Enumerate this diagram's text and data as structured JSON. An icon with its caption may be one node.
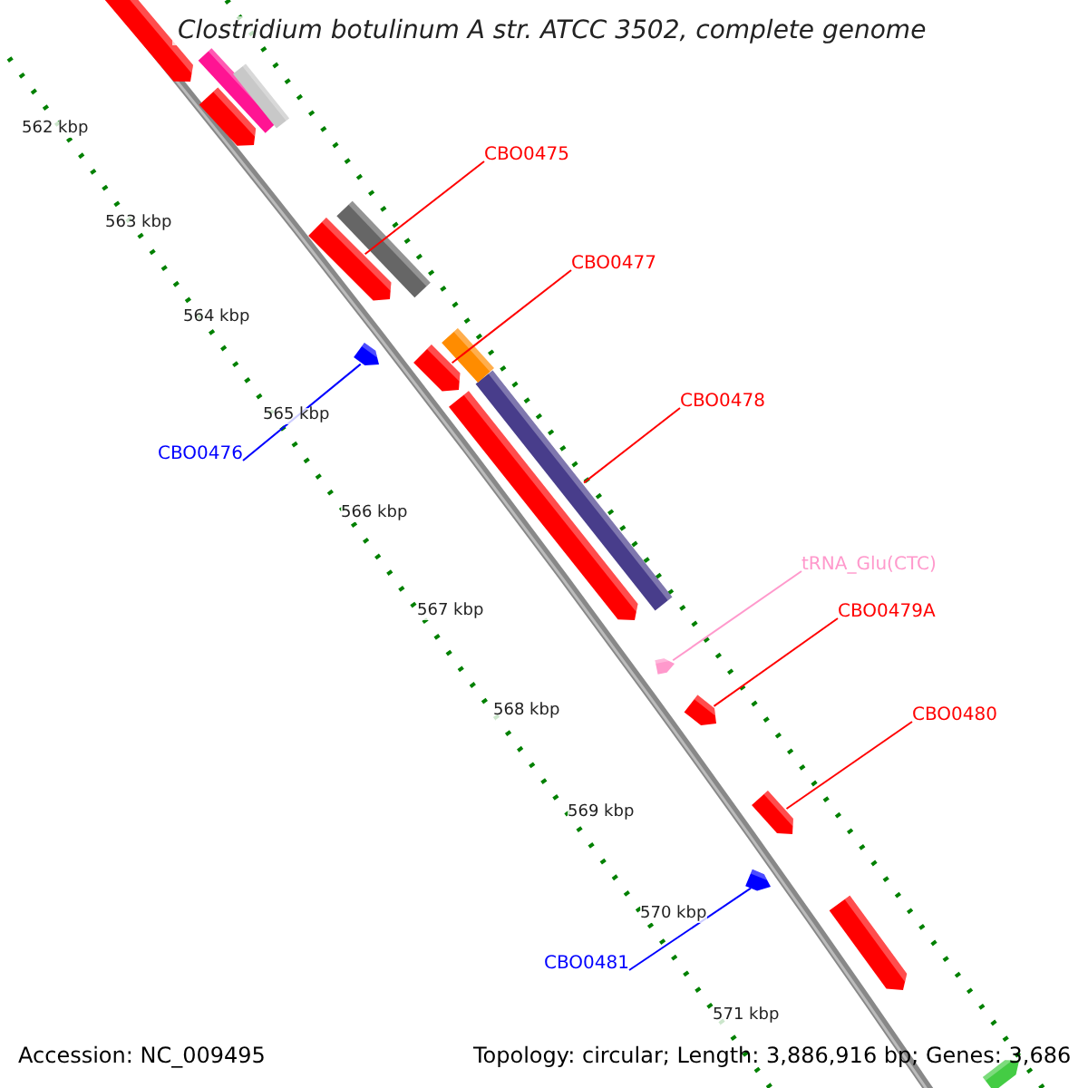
{
  "diagram": {
    "title": "Clostridium botulinum A str. ATCC 3502, complete genome",
    "nodes": [
      {
        "text": [
          "CBO0475"
        ]
      },
      {
        "text": [],
        "shape": "arrow"
      },
      {
        "text": [
          "CBO0477"
        ]
      },
      {
        "text": [],
        "shape": "arrow"
      },
      {
        "text": [
          "CBO0478"
        ]
      },
      {
        "text": [],
        "shape": "bar"
      },
      {
        "text": [
          "CBO0476"
        ]
      },
      {
        "text": [],
        "shape": "arrow"
      },
      {
        "text": [
          "tRNA_Glu(CTC)"
        ]
      },
      {
        "text": [],
        "shape": "arrow"
      },
      {
        "text": [
          "CBO0479A"
        ]
      },
      {
        "text": [],
        "shape": "arrow"
      },
      {
        "text": [
          "CBO0480"
        ]
      },
      {
        "text": [],
        "shape": "arrow"
      },
      {
        "text": [
          "CBO0481"
        ]
      },
      {
        "text": [],
        "shape": "arrow"
      },
      {
        "text": [],
        "shape": "arrow"
      },
      {
        "text": [],
        "shape": "bar"
      },
      {
        "text": [],
        "shape": "bar"
      },
      {
        "text": [],
        "shape": "arrow"
      },
      {
        "text": [],
        "shape": "bar"
      },
      {
        "text": [],
        "shape": "bar"
      },
      {
        "text": [],
        "shape": "arrow"
      },
      {
        "text": [],
        "shape": "arrow"
      },
      {
        "text": [],
        "shape": "arrow"
      }
    ],
    "edges": [
      {
        "from": 0,
        "to": 1,
        "arrow": "none"
      },
      {
        "from": 2,
        "to": 3,
        "arrow": "none"
      },
      {
        "from": 4,
        "to": 5,
        "arrow": "none"
      },
      {
        "from": 6,
        "to": 7,
        "arrow": "none",
        "color": "#0000ff"
      },
      {
        "from": 8,
        "to": 9,
        "arrow": "none",
        "color": "#ff99cc"
      },
      {
        "from": 10,
        "to": 11,
        "arrow": "none"
      },
      {
        "from": 12,
        "to": 13,
        "arrow": "none"
      },
      {
        "from": 14,
        "to": 15,
        "arrow": "none",
        "color": "#0000ff"
      }
    ],
    "labels": [
      "562 kbp",
      "563 kbp",
      "564 kbp",
      "565 kbp",
      "566 kbp",
      "567 kbp",
      "568 kbp",
      "569 kbp",
      "570 kbp",
      "571 kbp",
      "Accession: NC_009495",
      "Topology: circular; Length: 3,886,916 bp; Genes: 3,686"
    ]
  }
}
